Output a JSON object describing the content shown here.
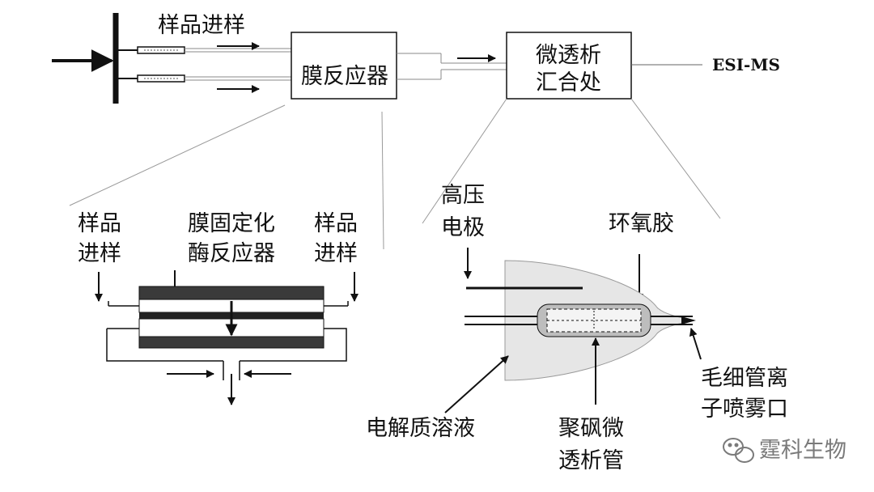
{
  "labels": {
    "sample_inlet_top": "样品进样",
    "membrane_reactor": "膜反应器",
    "microdialysis_junction_line1": "微透析",
    "microdialysis_junction_line2": "汇合处",
    "esi_ms": "ESI-MS",
    "left_sample_inlet_line1": "样品",
    "left_sample_inlet_line2": "进样",
    "immobilized_reactor_line1": "膜固定化",
    "immobilized_reactor_line2": "酶反应器",
    "right_sample_inlet_line1": "样品",
    "right_sample_inlet_line2": "进样",
    "high_voltage_electrode_line1": "高压",
    "high_voltage_electrode_line2": "电极",
    "epoxy": "环氧胶",
    "capillary_emitter_line1": "毛细管离",
    "capillary_emitter_line2": "子喷雾口",
    "electrolyte": "电解质溶液",
    "polysulfone_tube_line1": "聚砜微",
    "polysulfone_tube_line2": "透析管"
  },
  "watermark": {
    "text": "霆科生物",
    "icon": "wechat-icon"
  },
  "colors": {
    "stroke": "#111111",
    "light_gray": "#e6e6e6",
    "mid_gray": "#9a9a9a",
    "dark_band": "#3a3a3a",
    "watermark": "#7a7a7a"
  }
}
